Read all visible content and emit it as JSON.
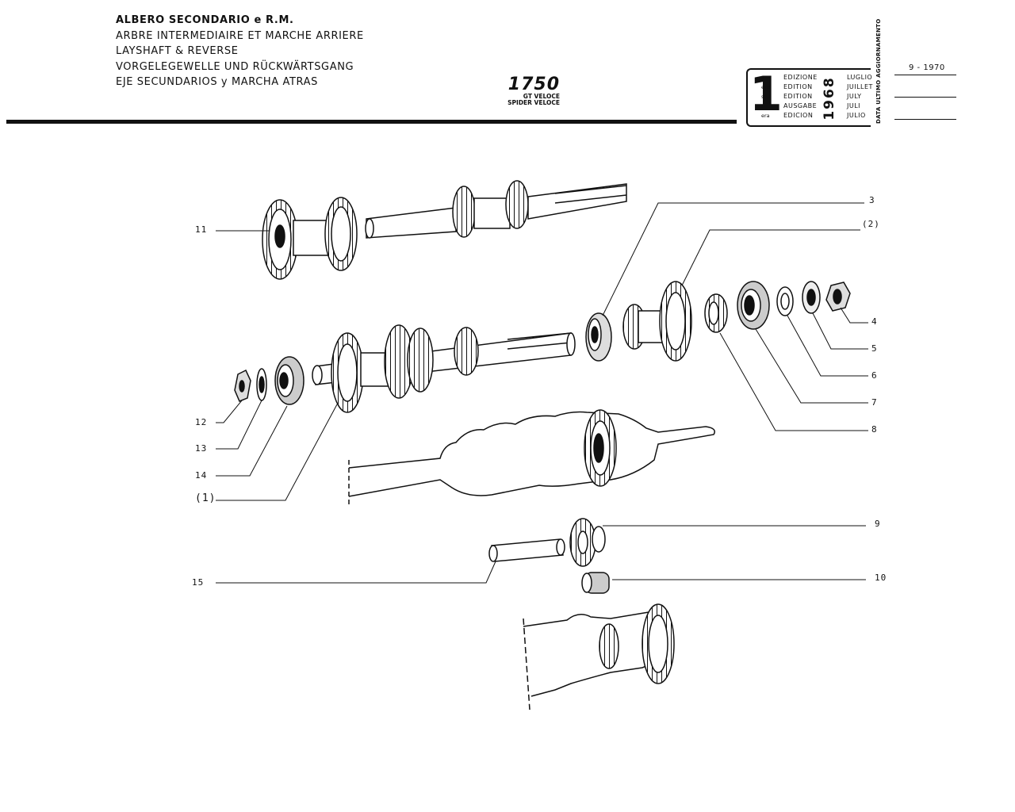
{
  "header": {
    "titles": [
      "ALBERO SECONDARIO e R.M.",
      "ARBRE INTERMEDIAIRE ET MARCHE ARRIERE",
      "LAYSHAFT & REVERSE",
      "VORGELEGEWELLE UND RÜCKWÄRTSGANG",
      "EJE SECUNDARIOS y MARCHA ATRAS"
    ],
    "model_number": "1750",
    "model_variants": [
      "GT VELOCE",
      "SPIDER VELOCE"
    ]
  },
  "edition_box": {
    "number": "1",
    "suffixes": [
      "a",
      "ere",
      "st",
      ".",
      "era"
    ],
    "words": [
      "EDIZIONE",
      "EDITION",
      "EDITION",
      "AUSGABE",
      "EDICION"
    ],
    "year": "1968",
    "months": [
      "LUGLIO",
      "JUILLET",
      "JULY",
      "JULI",
      "JULIO"
    ],
    "last_update_label": "DATA ULTIMO AGGIORNAMENTO",
    "last_update_date": "9 - 1970"
  },
  "callouts": {
    "c11": "11",
    "c3": "3",
    "c2": "(2)",
    "c4": "4",
    "c5": "5",
    "c6": "6",
    "c7": "7",
    "c8": "8",
    "c12": "12",
    "c13": "13",
    "c14": "14",
    "c1": "(1)",
    "c9": "9",
    "c10": "10",
    "c15": "15"
  }
}
